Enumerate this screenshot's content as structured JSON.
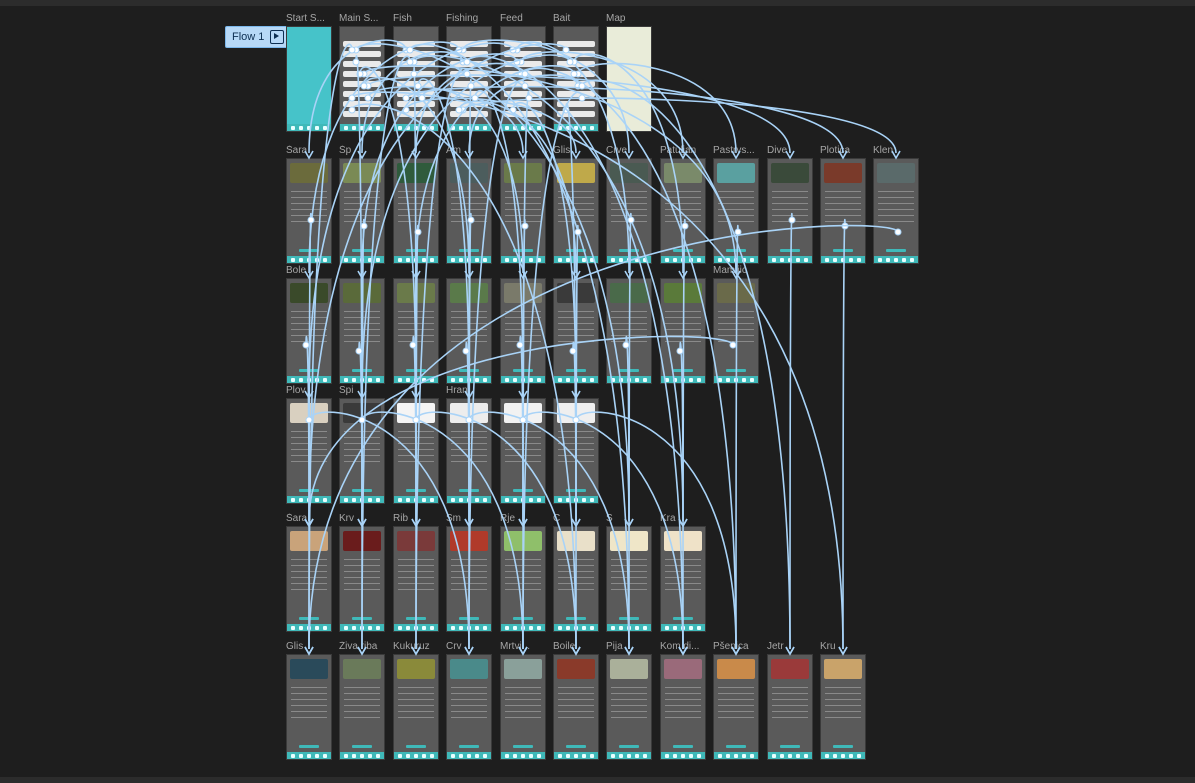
{
  "flow": {
    "label": "Flow 1",
    "icon": "play-flow-icon"
  },
  "colors": {
    "canvas": "#1e1e1e",
    "frame": "#5a5a5a",
    "accent": "#3fb9b9",
    "wire": "#a9d3f7"
  },
  "rows": [
    {
      "name": "top",
      "frames": [
        {
          "label": "Start S...",
          "kind": "start"
        },
        {
          "label": "Main S...",
          "kind": "menu"
        },
        {
          "label": "Fish",
          "kind": "menu"
        },
        {
          "label": "Fishing",
          "kind": "menu"
        },
        {
          "label": "Feed",
          "kind": "menu"
        },
        {
          "label": "Bait",
          "kind": "menu"
        },
        {
          "label": "Map",
          "kind": "map"
        }
      ]
    },
    {
      "name": "fish",
      "frames": [
        {
          "label": "Šara",
          "kind": "fish"
        },
        {
          "label": "Šp",
          "kind": "fish"
        },
        {
          "label": "",
          "kind": "fish"
        },
        {
          "label": "Am",
          "kind": "fish"
        },
        {
          "label": "",
          "kind": "fish"
        },
        {
          "label": "Glis",
          "kind": "fish"
        },
        {
          "label": "Crve",
          "kind": "fish"
        },
        {
          "label": "Patuljan",
          "kind": "fish"
        },
        {
          "label": "Pastrvs...",
          "kind": "fish"
        },
        {
          "label": "Dive",
          "kind": "fish"
        },
        {
          "label": "Plotica",
          "kind": "fish"
        },
        {
          "label": "Klen",
          "kind": "fish"
        }
      ]
    },
    {
      "name": "fishing",
      "frames": [
        {
          "label": "Bole",
          "kind": "fishing"
        },
        {
          "label": "",
          "kind": "fishing"
        },
        {
          "label": "",
          "kind": "fishing"
        },
        {
          "label": "",
          "kind": "fishing"
        },
        {
          "label": "",
          "kind": "fishing"
        },
        {
          "label": "",
          "kind": "fishing"
        },
        {
          "label": "",
          "kind": "fishing"
        },
        {
          "label": "",
          "kind": "fishing"
        },
        {
          "label": "Mamljic",
          "kind": "fishing"
        }
      ]
    },
    {
      "name": "tackle",
      "frames": [
        {
          "label": "Plov",
          "kind": "tackle"
        },
        {
          "label": "Spi",
          "kind": "tackle"
        },
        {
          "label": "",
          "kind": "tackle"
        },
        {
          "label": "Hrani",
          "kind": "tackle"
        },
        {
          "label": "",
          "kind": "tackle"
        },
        {
          "label": "",
          "kind": "tackle"
        }
      ]
    },
    {
      "name": "feed",
      "frames": [
        {
          "label": "Šara",
          "kind": "feed"
        },
        {
          "label": "Krv",
          "kind": "feed"
        },
        {
          "label": "Rib",
          "kind": "feed"
        },
        {
          "label": "Sm",
          "kind": "feed"
        },
        {
          "label": "Rje",
          "kind": "feed"
        },
        {
          "label": "C",
          "kind": "feed"
        },
        {
          "label": "S",
          "kind": "feed"
        },
        {
          "label": "Kra",
          "kind": "feed"
        }
      ]
    },
    {
      "name": "bait",
      "frames": [
        {
          "label": "Glis",
          "kind": "bait"
        },
        {
          "label": "Živa riba",
          "kind": "bait"
        },
        {
          "label": "Kukuruz",
          "kind": "bait"
        },
        {
          "label": "Crv",
          "kind": "bait"
        },
        {
          "label": "Mrtvi...",
          "kind": "bait"
        },
        {
          "label": "Boile",
          "kind": "bait"
        },
        {
          "label": "Pija",
          "kind": "bait"
        },
        {
          "label": "Kom di...",
          "kind": "bait"
        },
        {
          "label": "Pšenica",
          "kind": "bait"
        },
        {
          "label": "Jetr",
          "kind": "bait"
        },
        {
          "label": "Kru",
          "kind": "bait"
        }
      ]
    }
  ]
}
